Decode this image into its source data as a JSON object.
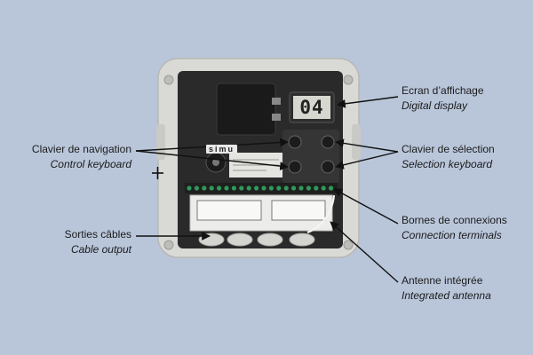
{
  "device": {
    "brand": "simu",
    "display_value": "04"
  },
  "labels": {
    "display": {
      "fr": "Ecran d’affichage",
      "en": "Digital display"
    },
    "selection_keyboard": {
      "fr": "Clavier de sélection",
      "en": "Selection keyboard"
    },
    "connection_terminals": {
      "fr": "Bornes de connexions",
      "en": "Connection terminals"
    },
    "antenna": {
      "fr": "Antenne intégrée",
      "en": "Integrated antenna"
    },
    "control_keyboard": {
      "fr": "Clavier de navigation",
      "en": "Control keyboard"
    },
    "cable_output": {
      "fr": "Sorties câbles",
      "en": "Cable output"
    }
  },
  "colors": {
    "background": "#b9c6da",
    "housing": "#d9d9d6",
    "panel": "#2a2a2a",
    "arrow": "#111111"
  }
}
